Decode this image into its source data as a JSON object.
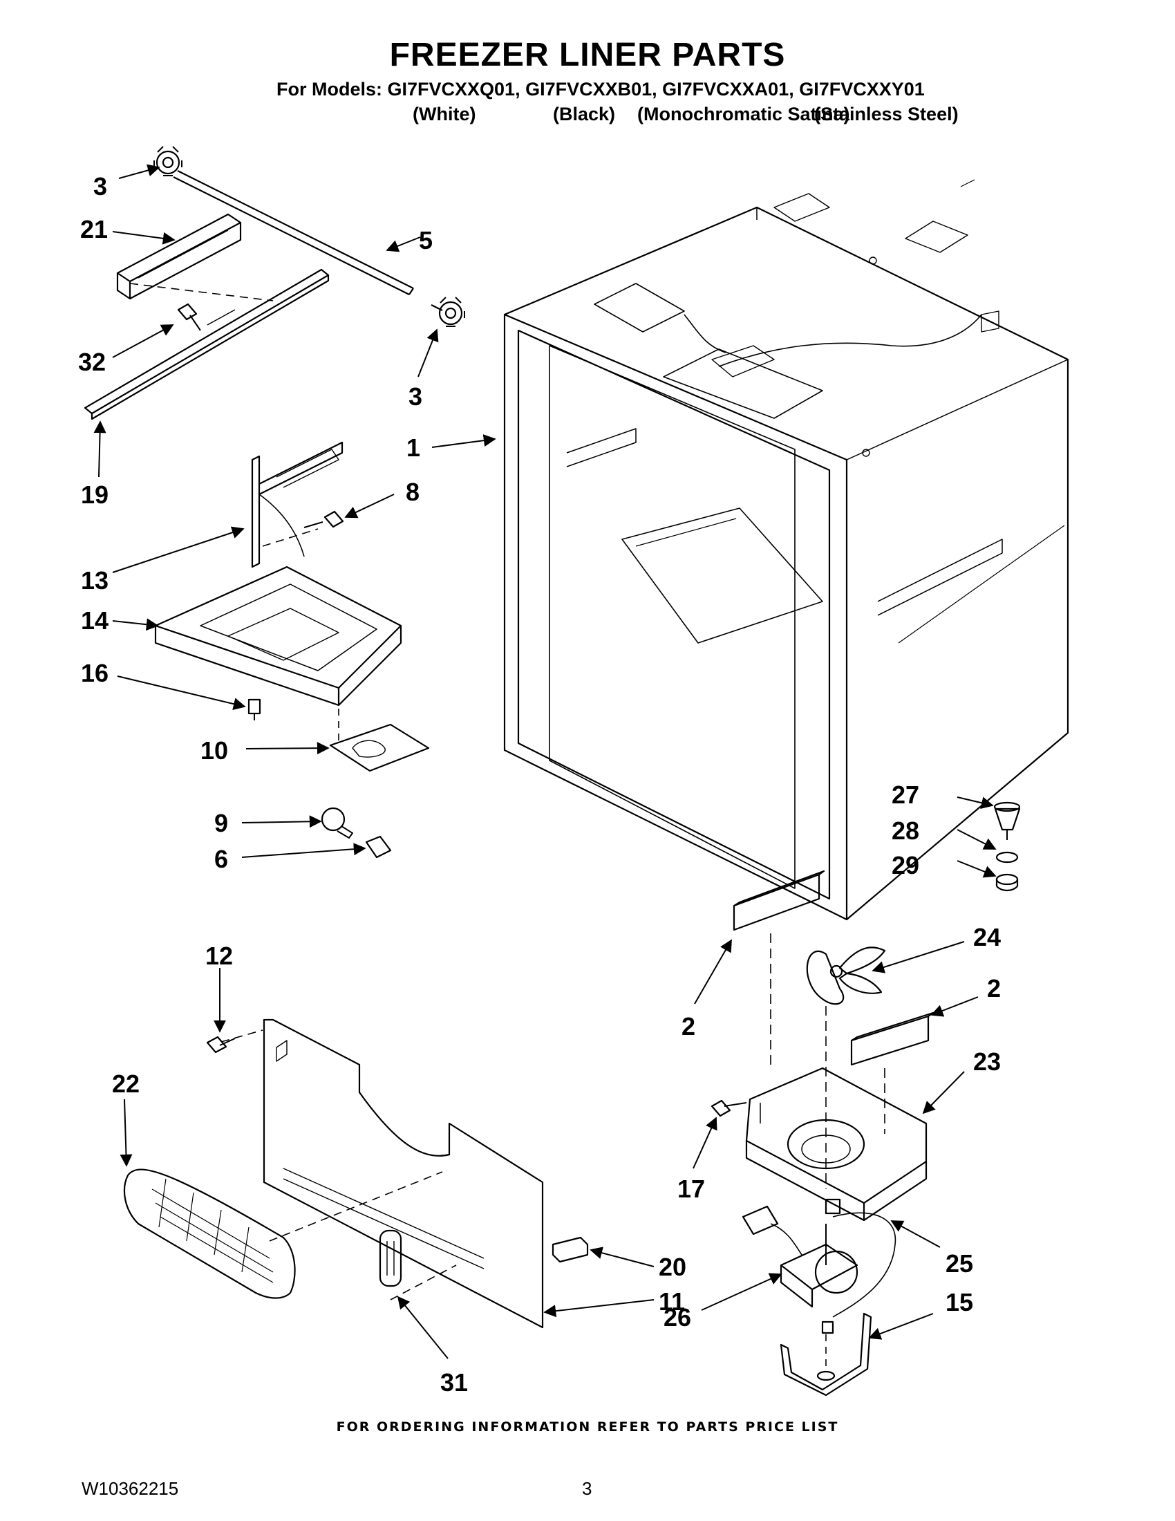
{
  "header": {
    "title": "FREEZER LINER PARTS",
    "models_line": "For Models: GI7FVCXXQ01, GI7FVCXXB01, GI7FVCXXA01, GI7FVCXXY01",
    "variants": [
      "(White)",
      "(Black)",
      "(Monochromatic Satina)",
      "(Stainless Steel)"
    ]
  },
  "callouts": {
    "c1": "1",
    "c2a": "2",
    "c2b": "2",
    "c3a": "3",
    "c3b": "3",
    "c5": "5",
    "c6": "6",
    "c8": "8",
    "c9": "9",
    "c10": "10",
    "c11": "11",
    "c12": "12",
    "c13": "13",
    "c14": "14",
    "c15": "15",
    "c16": "16",
    "c17": "17",
    "c19": "19",
    "c20": "20",
    "c21": "21",
    "c22": "22",
    "c23": "23",
    "c24": "24",
    "c25": "25",
    "c26": "26",
    "c27": "27",
    "c28": "28",
    "c29": "29",
    "c31": "31",
    "c32": "32"
  },
  "footer": {
    "ordering_note": "FOR ORDERING INFORMATION REFER TO PARTS PRICE LIST",
    "doc_number": "W10362215",
    "page_number": "3"
  }
}
